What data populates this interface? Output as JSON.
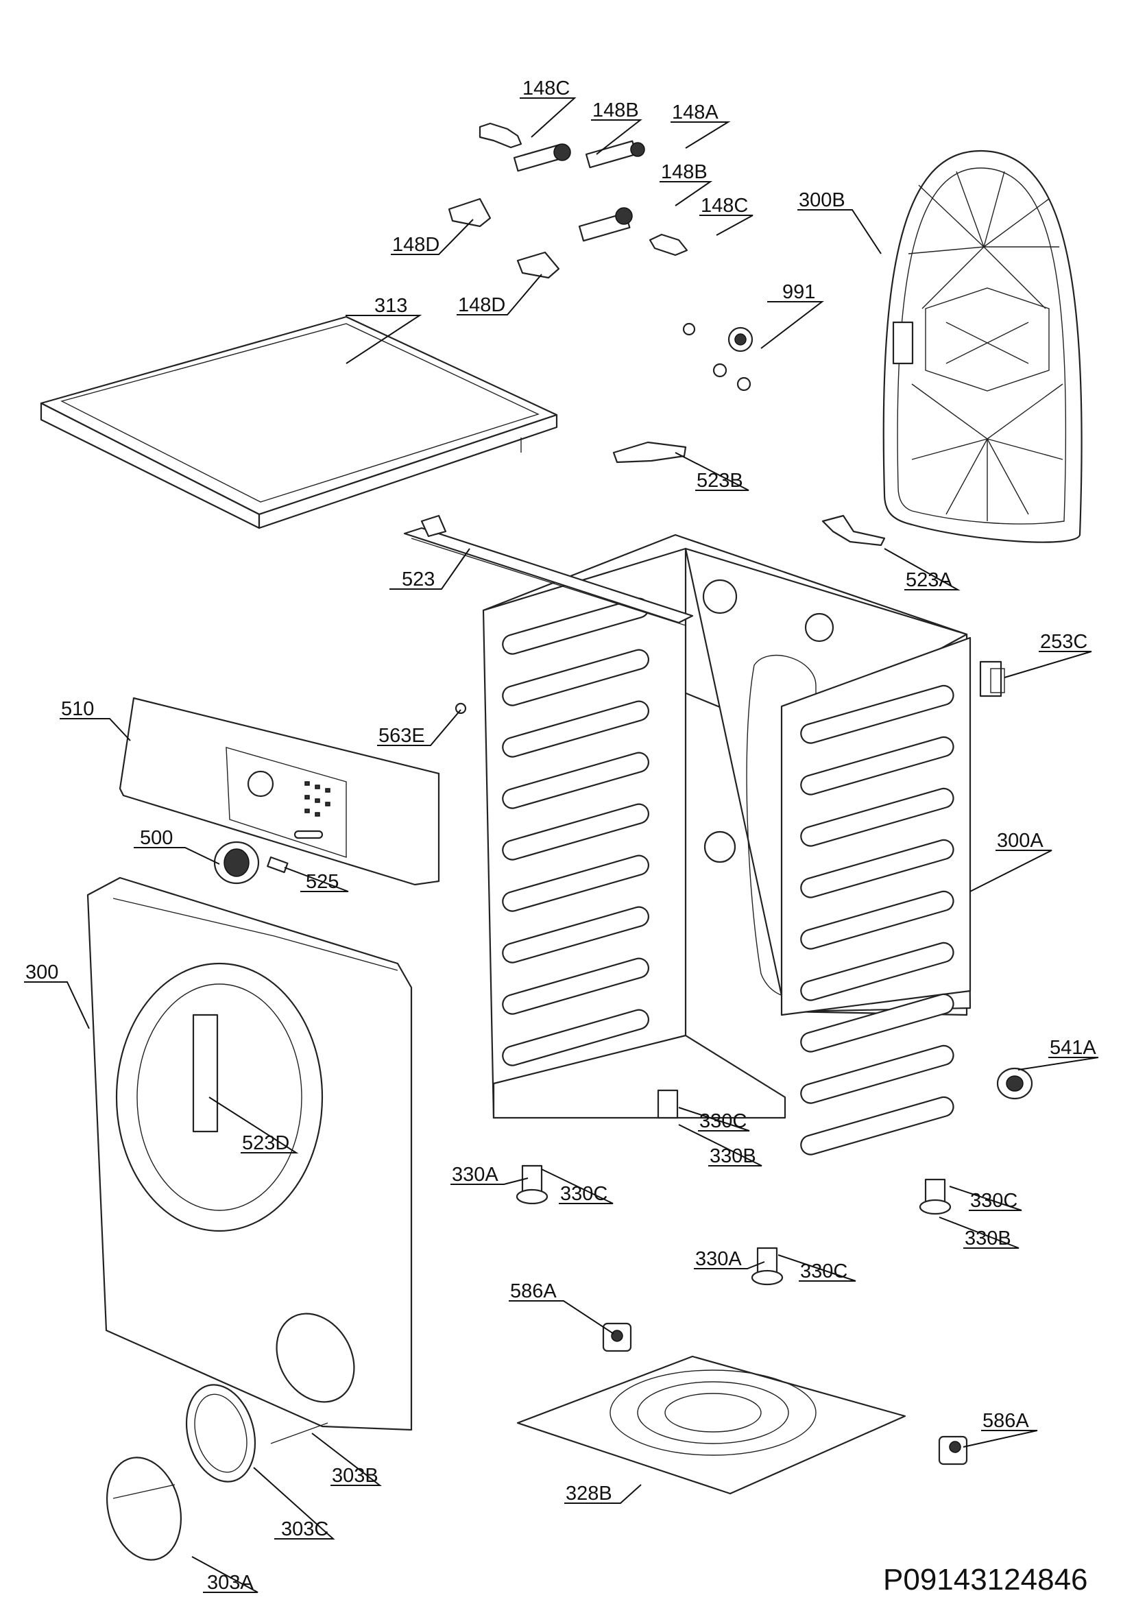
{
  "diagram": {
    "document_code": "P09143124846",
    "callouts": [
      "148C",
      "148B",
      "148A",
      "148B",
      "148C",
      "148D",
      "148D",
      "300B",
      "313",
      "991",
      "523B",
      "523",
      "523A",
      "253C",
      "510",
      "563E",
      "500",
      "525",
      "300A",
      "300",
      "541A",
      "523D",
      "330C",
      "330B",
      "330A",
      "330C",
      "330C",
      "330B",
      "330A",
      "330C",
      "586A",
      "586A",
      "303B",
      "303C",
      "328B",
      "303A"
    ]
  }
}
